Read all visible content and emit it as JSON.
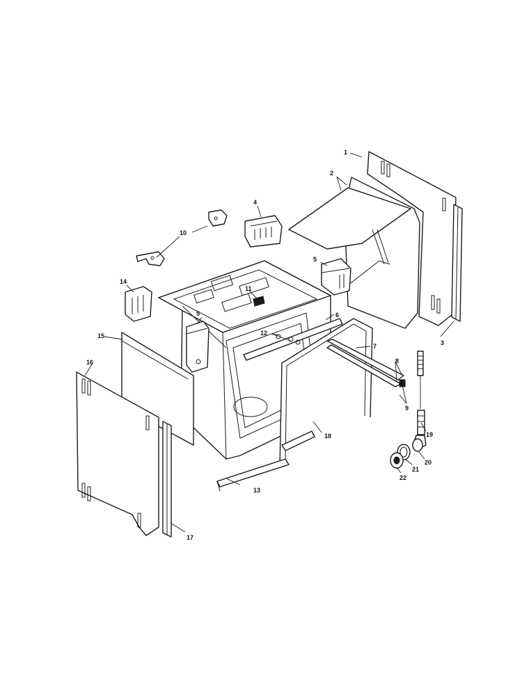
{
  "callouts": [
    {
      "id": "1",
      "label": "1"
    },
    {
      "id": "2",
      "label": "2"
    },
    {
      "id": "3",
      "label": "3"
    },
    {
      "id": "4",
      "label": "4"
    },
    {
      "id": "5a",
      "label": "5"
    },
    {
      "id": "5b",
      "label": "5"
    },
    {
      "id": "6",
      "label": "6"
    },
    {
      "id": "7",
      "label": "7"
    },
    {
      "id": "8",
      "label": "8"
    },
    {
      "id": "9",
      "label": "9"
    },
    {
      "id": "10",
      "label": "10"
    },
    {
      "id": "11",
      "label": "11"
    },
    {
      "id": "12",
      "label": "12"
    },
    {
      "id": "13",
      "label": "13"
    },
    {
      "id": "14",
      "label": "14"
    },
    {
      "id": "15",
      "label": "15"
    },
    {
      "id": "16",
      "label": "16"
    },
    {
      "id": "17",
      "label": "17"
    },
    {
      "id": "18",
      "label": "18"
    },
    {
      "id": "19",
      "label": "19"
    },
    {
      "id": "20",
      "label": "20"
    },
    {
      "id": "21",
      "label": "21"
    },
    {
      "id": "22",
      "label": "22"
    }
  ]
}
